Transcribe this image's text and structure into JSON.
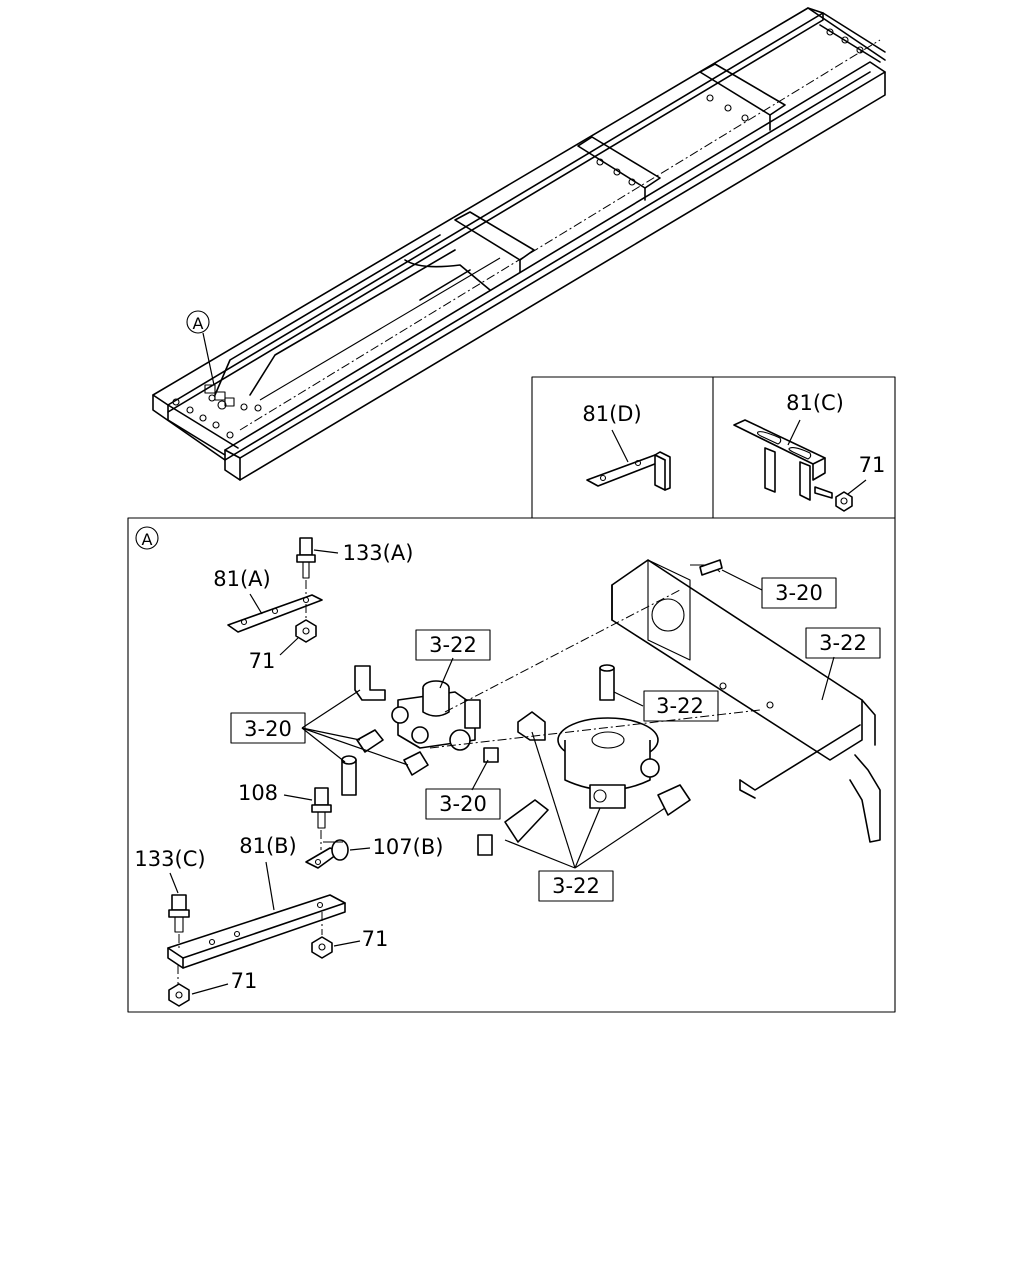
{
  "callouts": {
    "detail_marker": "A",
    "section_marker": "A"
  },
  "inset_left": {
    "label_81d": "81(D)"
  },
  "inset_right": {
    "label_81c": "81(C)",
    "label_71": "71"
  },
  "labels": {
    "l133a": "133(A)",
    "l81a": "81(A)",
    "l71a": "71",
    "l108": "108",
    "l81b": "81(B)",
    "l107b": "107(B)",
    "l133c": "133(C)",
    "l71b": "71",
    "l71c": "71"
  },
  "ref_boxes": {
    "r320_top": "3-20",
    "r322_right": "3-22",
    "r322_upper": "3-22",
    "r320_left": "3-20",
    "r322_mid": "3-22",
    "r320_low": "3-20",
    "r322_bottom": "3-22"
  }
}
